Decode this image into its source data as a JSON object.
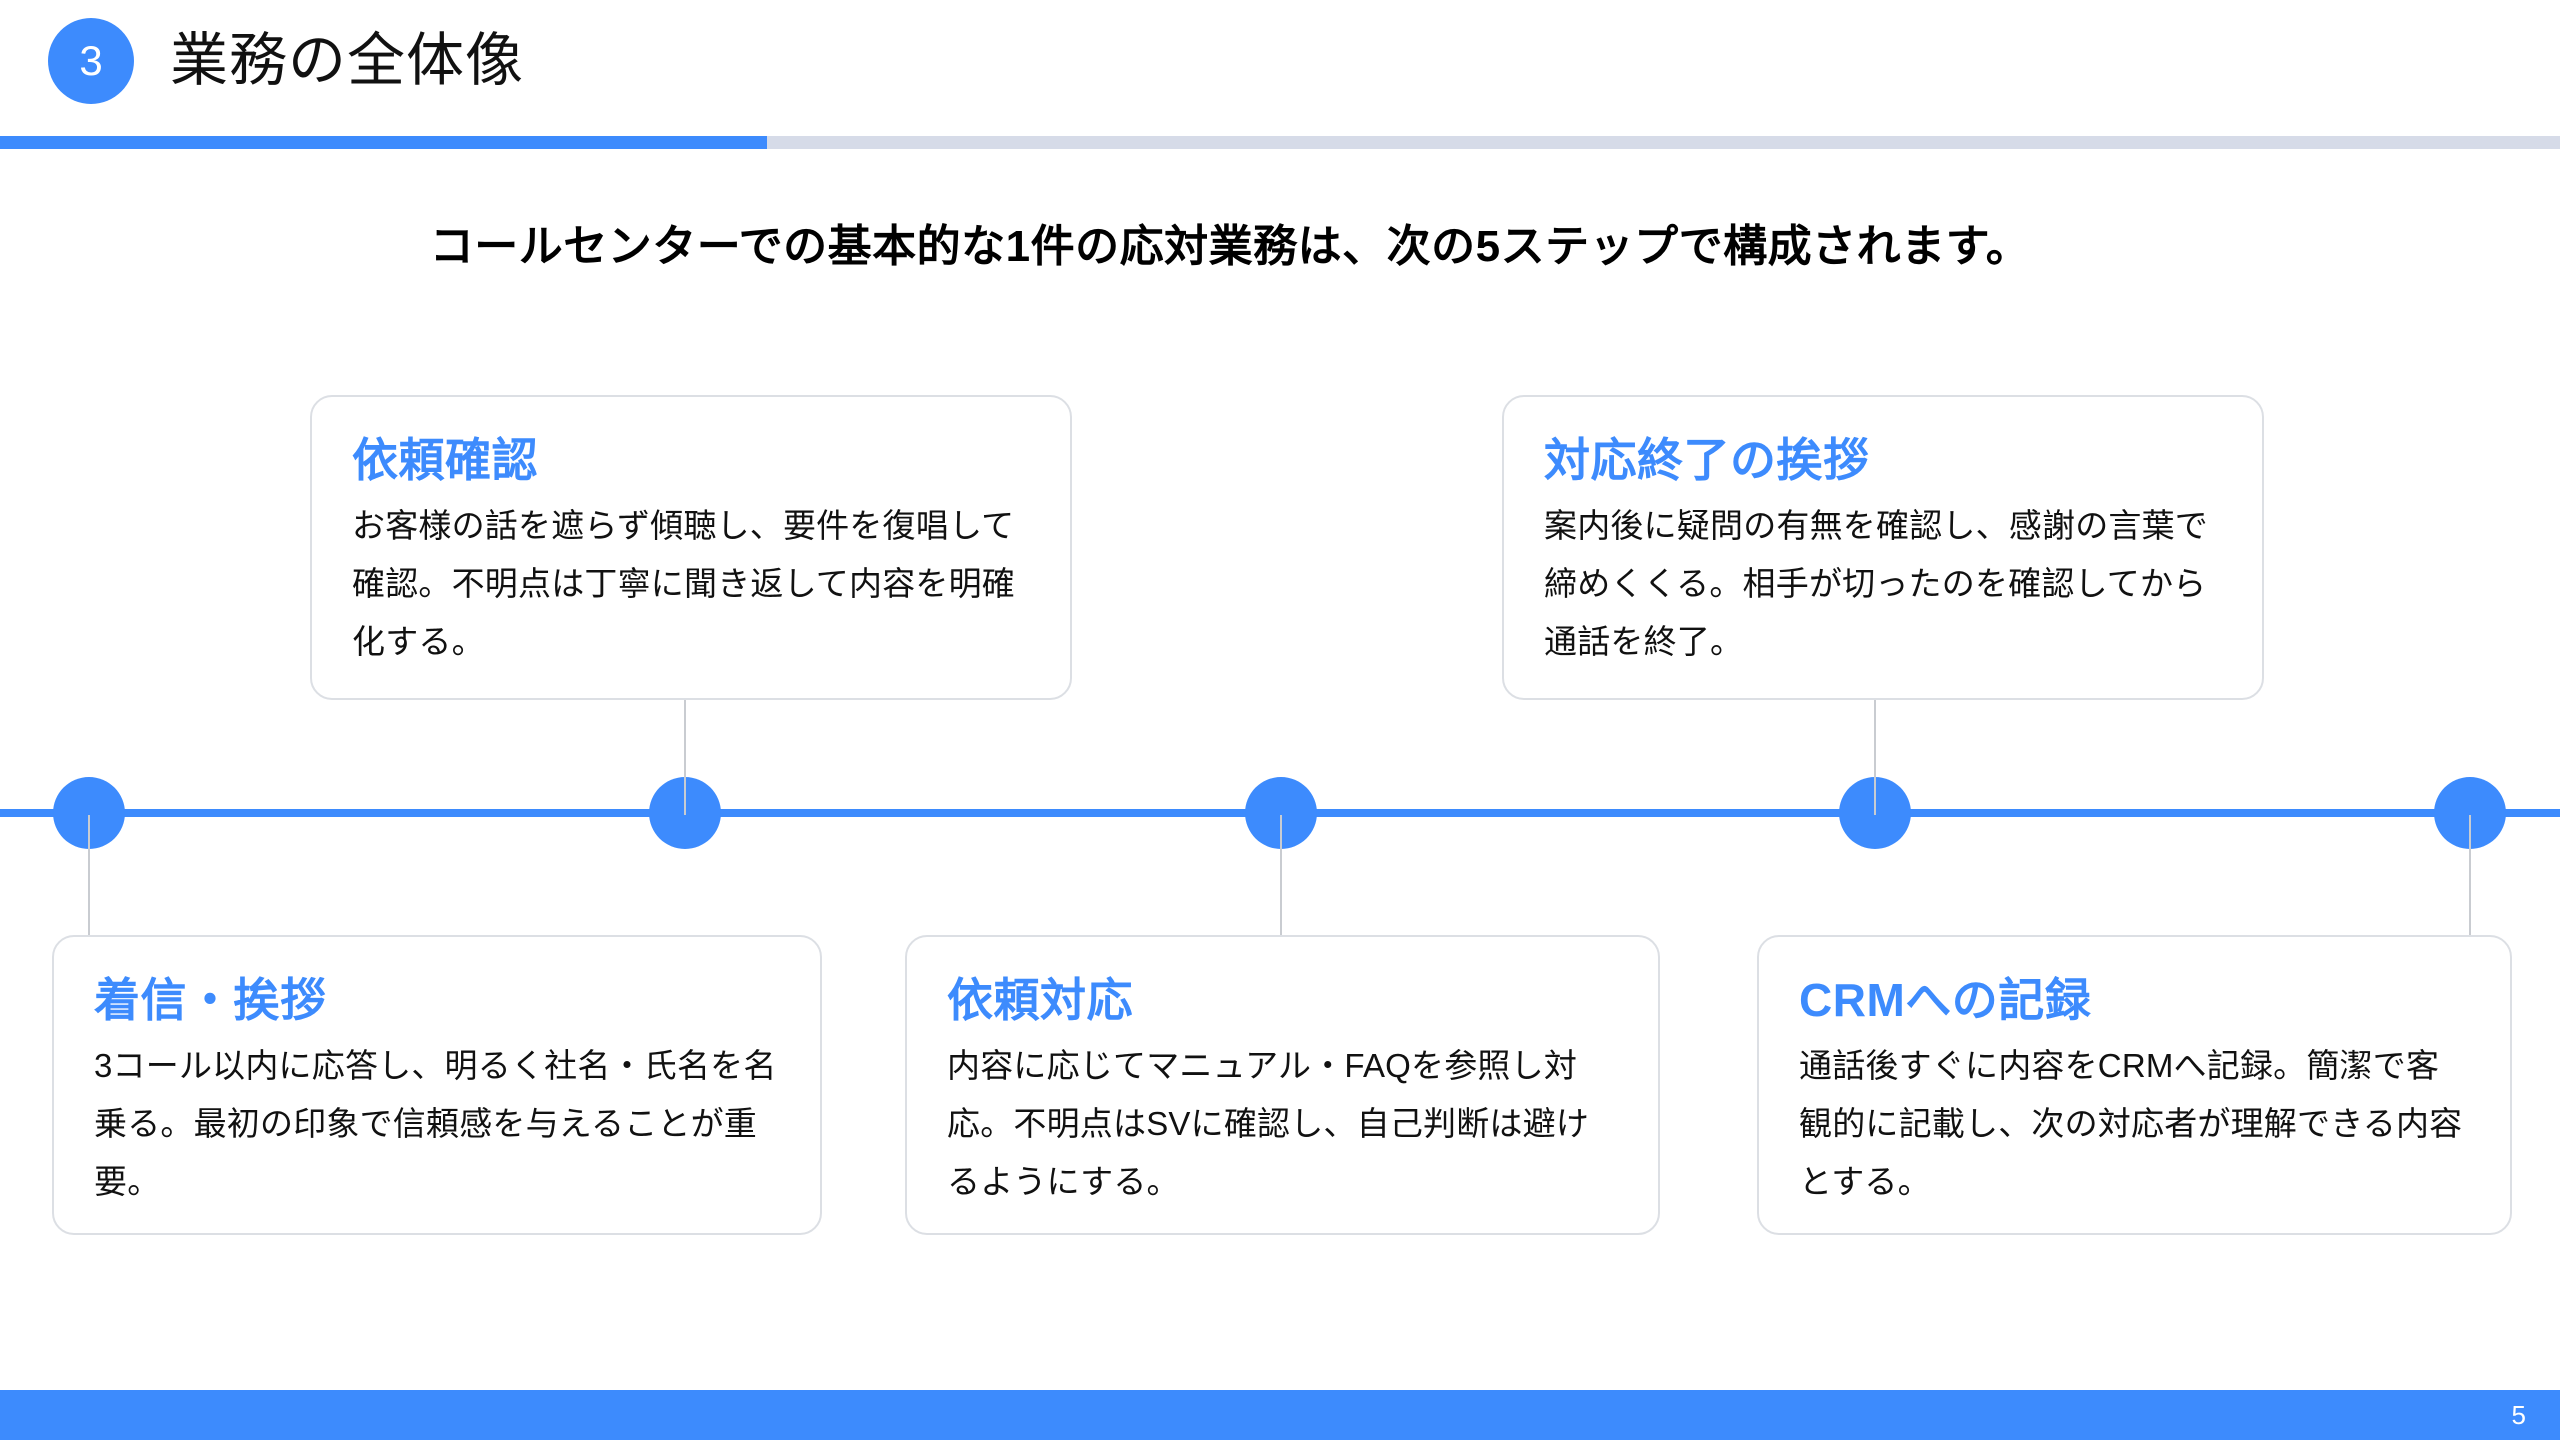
{
  "header": {
    "step_number": "3",
    "title": "業務の全体像",
    "accent_color": "#3d8bfd",
    "rule_color": "#d6dbe8"
  },
  "subtitle": "コールセンターでの基本的な1件の応対業務は、次の5ステップで構成されます。",
  "timeline": {
    "dot_color": "#3d8bfd",
    "axis_color": "#3d8bfd",
    "connector_color": "#c9ccd1",
    "dots": [
      {
        "label": "step-1"
      },
      {
        "label": "step-2"
      },
      {
        "label": "step-3"
      },
      {
        "label": "step-4"
      },
      {
        "label": "step-5"
      }
    ]
  },
  "steps": [
    {
      "position": "bottom",
      "title": "着信・挨拶",
      "body": "3コール以内に応答し、明るく社名・氏名を名乗る。最初の印象で信頼感を与えることが重要。",
      "title_color": "#3d8bfd"
    },
    {
      "position": "top",
      "title": "依頼確認",
      "body": "お客様の話を遮らず傾聴し、要件を復唱して確認。不明点は丁寧に聞き返して内容を明確化する。",
      "title_color": "#3d8bfd"
    },
    {
      "position": "bottom",
      "title": "依頼対応",
      "body": "内容に応じてマニュアル・FAQを参照し対応。不明点はSVに確認し、自己判断は避けるようにする。",
      "title_color": "#3d8bfd"
    },
    {
      "position": "top",
      "title": "対応終了の挨拶",
      "body": "案内後に疑問の有無を確認し、感謝の言葉で締めくくる。相手が切ったのを確認してから通話を終了。",
      "title_color": "#3d8bfd"
    },
    {
      "position": "bottom",
      "title": "CRMへの記録",
      "body": "通話後すぐに内容をCRMへ記録。簡潔で客観的に記載し、次の対応者が理解できる内容とする。",
      "title_color": "#3d8bfd"
    }
  ],
  "footer": {
    "page_number": "5",
    "bar_color": "#3d8bfd"
  }
}
